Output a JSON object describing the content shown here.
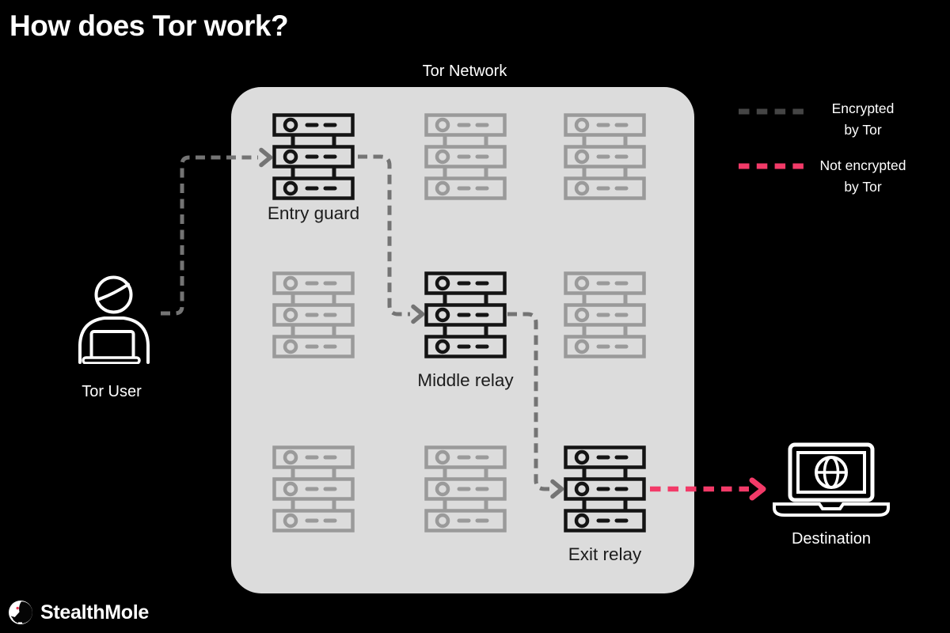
{
  "title": "How does Tor work?",
  "network": {
    "label": "Tor Network",
    "nodes": {
      "entry": {
        "label": "Entry guard"
      },
      "middle": {
        "label": "Middle relay"
      },
      "exit": {
        "label": "Exit relay"
      }
    },
    "grid": {
      "rows": 3,
      "cols": 3,
      "active_cells": [
        "row1-col1",
        "row2-col2",
        "row3-col3"
      ]
    }
  },
  "endpoints": {
    "user": {
      "label": "Tor User"
    },
    "destination": {
      "label": "Destination"
    }
  },
  "legend": {
    "encrypted": {
      "line1": "Encrypted",
      "line2": "by Tor",
      "color": "#454545"
    },
    "not_encrypted": {
      "line1": "Not encrypted",
      "line2": "by Tor",
      "color": "#F23A68"
    }
  },
  "flow": [
    "Tor User",
    "Entry guard",
    "Middle relay",
    "Exit relay",
    "Destination"
  ],
  "colors": {
    "background": "#000000",
    "network_box": "#DCDCDC",
    "active_node": "#141414",
    "inactive_node": "#9A9A9A",
    "arrow_encrypted": "#747474",
    "arrow_not_encrypted": "#F23A68",
    "node_label": "#1C1C1C",
    "text_light": "#FFFFFF"
  },
  "icons": {
    "user": "person-at-laptop-icon",
    "destination": "laptop-globe-icon",
    "relay": "server-stack-icon",
    "logo": "stealthmole-mole-icon"
  },
  "logo": {
    "text": "StealthMole"
  }
}
